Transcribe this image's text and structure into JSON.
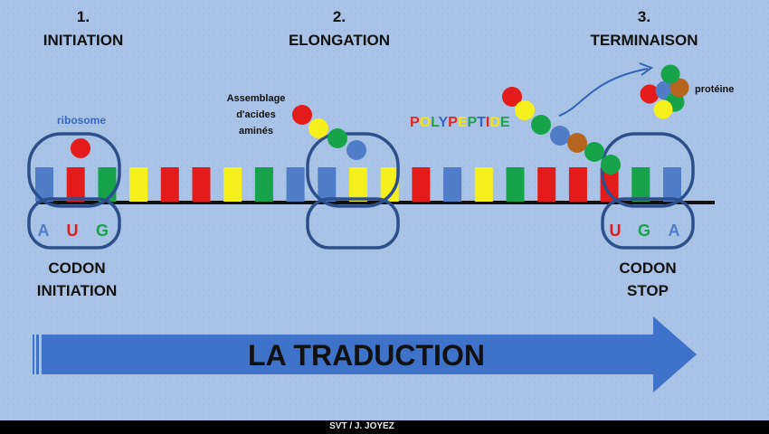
{
  "steps": [
    {
      "number": "1.",
      "title": "INITIATION"
    },
    {
      "number": "2.",
      "title": "ELONGATION"
    },
    {
      "number": "3.",
      "title": "TERMINAISON"
    }
  ],
  "ribosome_label": "ribosome",
  "assemblage_label": [
    "Assemblage",
    "d'acides",
    "aminés"
  ],
  "proteine_label": "protéine",
  "polypeptide_word": "POLYPEPTIDE",
  "polypeptide_colors": [
    "#e8251d",
    "#f2e40f",
    "#1fa14a",
    "#3a66c0",
    "#e8251d",
    "#f2e40f",
    "#1fa14a",
    "#3a66c0",
    "#e8251d",
    "#f2e40f",
    "#1fa14a"
  ],
  "codon_start": {
    "letters": [
      "A",
      "U",
      "G"
    ],
    "label_lines": [
      "CODON",
      "INITIATION"
    ]
  },
  "codon_stop": {
    "letters": [
      "U",
      "G",
      "A"
    ],
    "label_lines": [
      "CODON",
      "STOP"
    ]
  },
  "colors": {
    "red": "#e31b1b",
    "yellow": "#f5ef1c",
    "green": "#16a34a",
    "blue": "#4f7dc7",
    "brown": "#b5651d",
    "ribosome_outline": "#2d4f8c",
    "arrow": "#3f73c9"
  },
  "mrna_bases": [
    "blue",
    "red",
    "green",
    "yellow",
    "red",
    "red",
    "yellow",
    "green",
    "blue",
    "blue",
    "yellow",
    "yellow",
    "red",
    "blue",
    "yellow",
    "green",
    "red",
    "red",
    "red",
    "green",
    "blue"
  ],
  "chain_elongation": [
    "red",
    "yellow",
    "green",
    "blue"
  ],
  "chain_termination": [
    "red",
    "yellow",
    "green",
    "blue",
    "brown",
    "green",
    "green"
  ],
  "protein_cluster": [
    "red",
    "blue",
    "green",
    "yellow",
    "brown",
    "green"
  ],
  "main_title": "LA TRADUCTION",
  "credit": "SVT / J. JOYEZ"
}
